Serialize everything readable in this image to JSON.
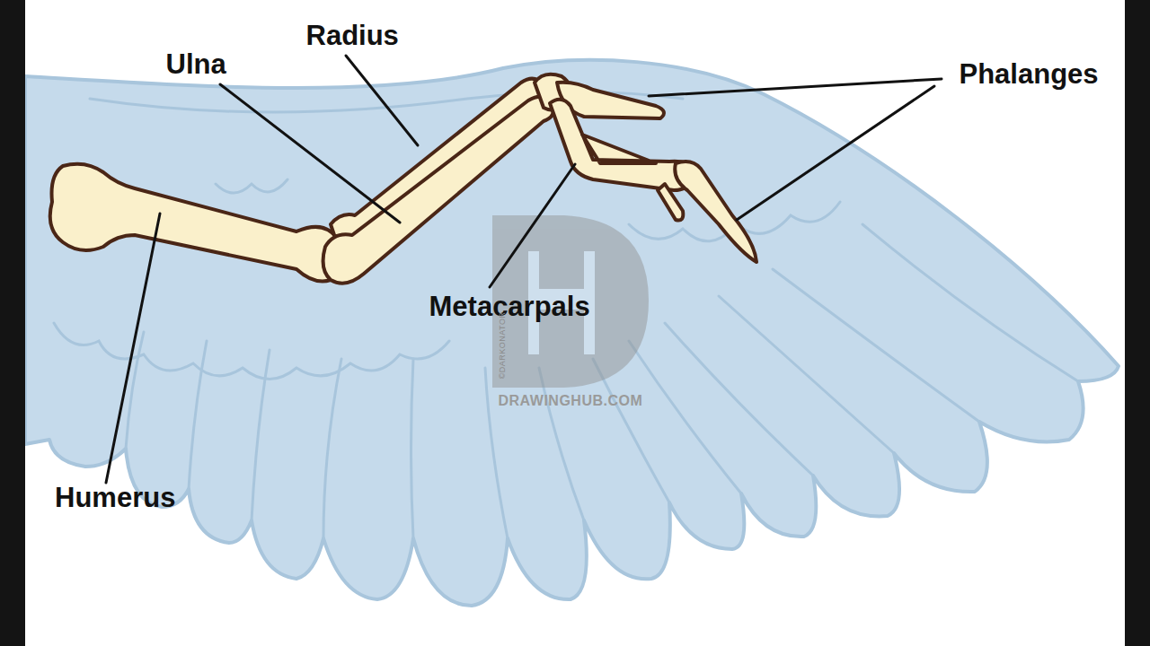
{
  "diagram": {
    "labels": [
      "Radius",
      "Ulna",
      "Phalanges",
      "Metacarpals",
      "Humerus",
      "DRAWINGHUB.COM",
      "©DARKONATOR"
    ]
  }
}
